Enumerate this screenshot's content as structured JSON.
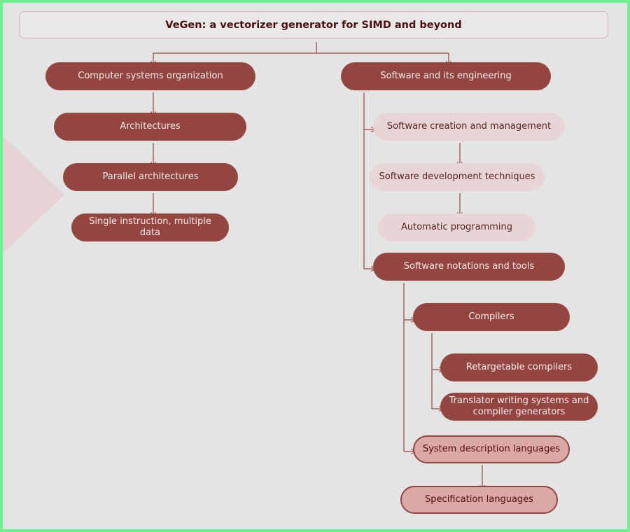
{
  "title": "VeGen: a vectorizer generator for SIMD and beyond",
  "colors": {
    "dark_node": "#934540",
    "light_node": "#e8d6d6",
    "highlight_node": "#dba8a6",
    "connector": "#934540",
    "background": "#e5e4e4",
    "frame_border": "#6ef28f"
  },
  "nodes": {
    "computer_systems_organization": "Computer systems organization",
    "architectures": "Architectures",
    "parallel_architectures": "Parallel architectures",
    "simd": "Single instruction, multiple data",
    "software_engineering": "Software and its engineering",
    "software_creation": "Software creation and management",
    "software_dev_techniques": "Software development techniques",
    "automatic_programming": "Automatic programming",
    "software_notations": "Software notations and tools",
    "compilers": "Compilers",
    "retargetable_compilers": "Retargetable compilers",
    "translator_writing": "Translator writing systems and compiler generators",
    "system_description_languages": "System description languages",
    "specification_languages": "Specification languages"
  }
}
